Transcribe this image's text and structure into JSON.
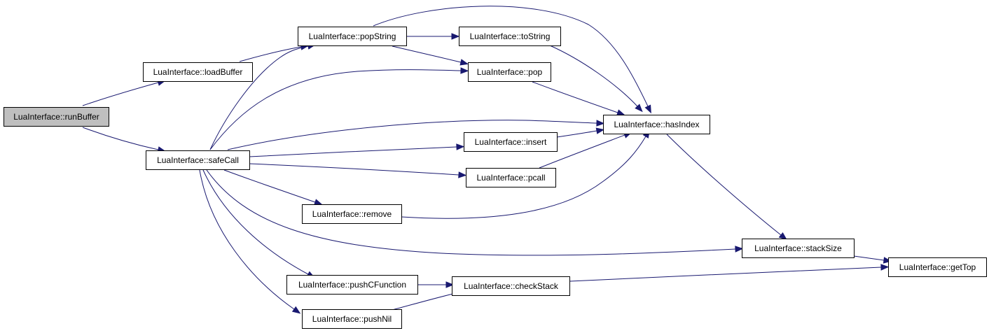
{
  "graph": {
    "nodes": [
      {
        "id": "runBuffer",
        "label": "LuaInterface::runBuffer",
        "root": true
      },
      {
        "id": "loadBuffer",
        "label": "LuaInterface::loadBuffer"
      },
      {
        "id": "safeCall",
        "label": "LuaInterface::safeCall"
      },
      {
        "id": "popString",
        "label": "LuaInterface::popString"
      },
      {
        "id": "toString",
        "label": "LuaInterface::toString"
      },
      {
        "id": "pop",
        "label": "LuaInterface::pop"
      },
      {
        "id": "hasIndex",
        "label": "LuaInterface::hasIndex"
      },
      {
        "id": "insert",
        "label": "LuaInterface::insert"
      },
      {
        "id": "pcall",
        "label": "LuaInterface::pcall"
      },
      {
        "id": "remove",
        "label": "LuaInterface::remove"
      },
      {
        "id": "stackSize",
        "label": "LuaInterface::stackSize"
      },
      {
        "id": "getTop",
        "label": "LuaInterface::getTop"
      },
      {
        "id": "pushCFunction",
        "label": "LuaInterface::pushCFunction"
      },
      {
        "id": "checkStack",
        "label": "LuaInterface::checkStack"
      },
      {
        "id": "pushNil",
        "label": "LuaInterface::pushNil"
      }
    ],
    "edges": [
      {
        "from": "runBuffer",
        "to": "loadBuffer"
      },
      {
        "from": "runBuffer",
        "to": "safeCall"
      },
      {
        "from": "loadBuffer",
        "to": "popString"
      },
      {
        "from": "popString",
        "to": "toString"
      },
      {
        "from": "popString",
        "to": "pop"
      },
      {
        "from": "popString",
        "to": "hasIndex"
      },
      {
        "from": "toString",
        "to": "hasIndex"
      },
      {
        "from": "pop",
        "to": "hasIndex"
      },
      {
        "from": "safeCall",
        "to": "popString"
      },
      {
        "from": "safeCall",
        "to": "pop"
      },
      {
        "from": "safeCall",
        "to": "hasIndex"
      },
      {
        "from": "safeCall",
        "to": "insert"
      },
      {
        "from": "safeCall",
        "to": "pcall"
      },
      {
        "from": "safeCall",
        "to": "remove"
      },
      {
        "from": "safeCall",
        "to": "stackSize"
      },
      {
        "from": "safeCall",
        "to": "pushCFunction"
      },
      {
        "from": "safeCall",
        "to": "pushNil"
      },
      {
        "from": "insert",
        "to": "hasIndex"
      },
      {
        "from": "pcall",
        "to": "hasIndex"
      },
      {
        "from": "remove",
        "to": "hasIndex"
      },
      {
        "from": "hasIndex",
        "to": "stackSize"
      },
      {
        "from": "stackSize",
        "to": "getTop"
      },
      {
        "from": "pushCFunction",
        "to": "checkStack"
      },
      {
        "from": "pushNil",
        "to": "checkStack"
      },
      {
        "from": "checkStack",
        "to": "getTop"
      }
    ]
  },
  "colors": {
    "edge": "#191970",
    "node_border": "#000000",
    "root_fill": "#bfbfbf",
    "node_fill": "#ffffff"
  }
}
